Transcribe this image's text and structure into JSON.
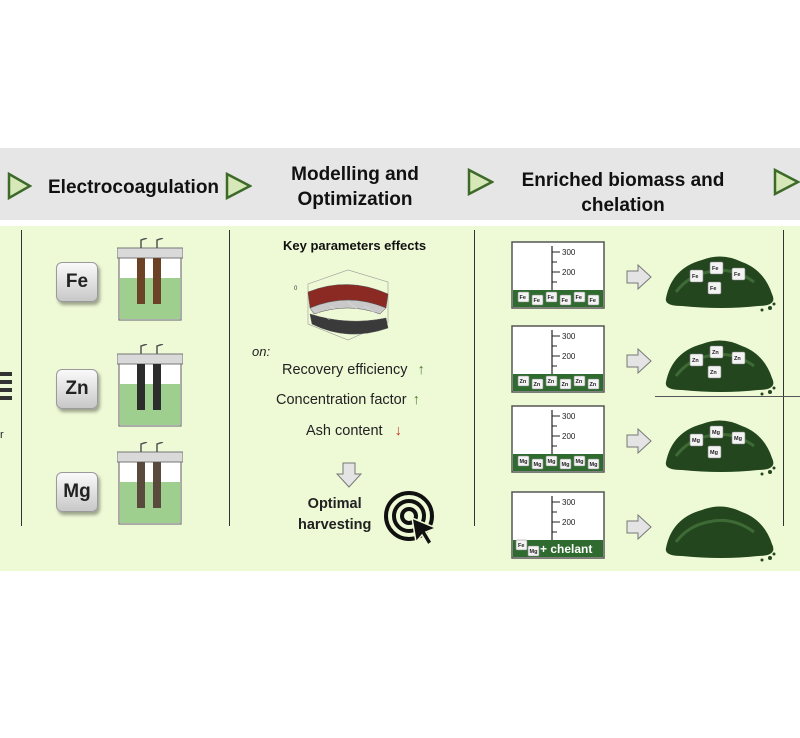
{
  "header": {
    "step1": "Electrocoagulation",
    "step2_line1": "Modelling and",
    "step2_line2": "Optimization",
    "step3_line1": "Enriched biomass and",
    "step3_line2": "chelation"
  },
  "electrocoagulation": {
    "metals": [
      "Fe",
      "Zn",
      "Mg"
    ]
  },
  "modelling": {
    "title": "Key parameters effects",
    "on_label": "on:",
    "effects": [
      {
        "label": "Recovery efficiency",
        "arrow": "↑"
      },
      {
        "label": "Concentration factor",
        "arrow": "↑"
      },
      {
        "label": "Ash content",
        "arrow": "↓"
      }
    ],
    "result_line1": "Optimal",
    "result_line2": "harvesting"
  },
  "biomass": {
    "tick_top": "300",
    "tick_bottom": "200",
    "rows": [
      {
        "metal": "Fe"
      },
      {
        "metal": "Zn"
      },
      {
        "metal": "Mg"
      },
      {
        "metal": "",
        "note": "+ chelant"
      }
    ]
  },
  "colors": {
    "header_bg": "#e6e6e6",
    "panel_bg": "#eef9d6",
    "arrow_green": "#4b7d2a",
    "arrow_red": "#c0392b",
    "biomass_green": "#2f5a2a"
  },
  "icons": [
    "play-triangle-icon",
    "target-icon",
    "cursor-icon",
    "down-arrow-icon",
    "right-arrow-icon",
    "surface-plot-icon"
  ]
}
